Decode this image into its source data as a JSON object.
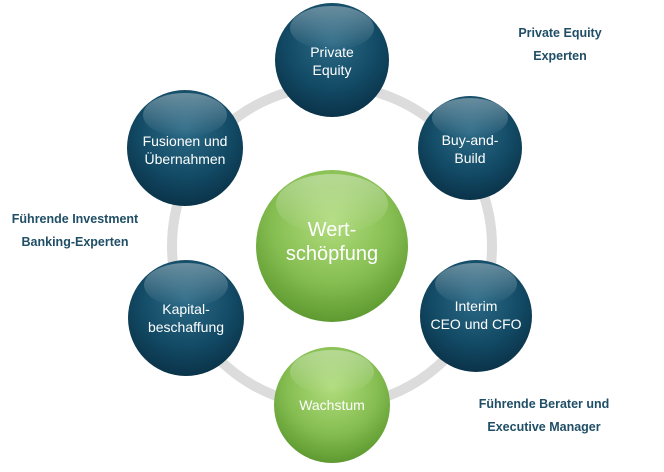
{
  "center": {
    "lines": [
      "Wert-",
      "schöpfung"
    ]
  },
  "nodes": [
    {
      "id": "private-equity",
      "lines": [
        "Private",
        "Equity"
      ],
      "style": "dark"
    },
    {
      "id": "buy-and-build",
      "lines": [
        "Buy-and-",
        "Build"
      ],
      "style": "dark"
    },
    {
      "id": "interim-ceo-cfo",
      "lines": [
        "Interim",
        "CEO und CFO"
      ],
      "style": "dark"
    },
    {
      "id": "wachstum",
      "lines": [
        "Wachstum"
      ],
      "style": "green"
    },
    {
      "id": "kapitalbeschaffung",
      "lines": [
        "Kapital-",
        "beschaffung"
      ],
      "style": "dark"
    },
    {
      "id": "fusionen-uebernahmen",
      "lines": [
        "Fusionen und",
        "Übernahmen"
      ],
      "style": "dark"
    }
  ],
  "side_labels": {
    "private_equity_experts": [
      "Private Equity",
      "Experten"
    ],
    "investment_banking": [
      "Führende Investment",
      "Banking-Experten"
    ],
    "berater_manager": [
      "Führende Berater und",
      "Executive Manager"
    ]
  },
  "colors": {
    "dark_node": "#0f4560",
    "green_node": "#7fb84a",
    "ring": "#dcdcdc",
    "label_text": "#1f4e66"
  }
}
